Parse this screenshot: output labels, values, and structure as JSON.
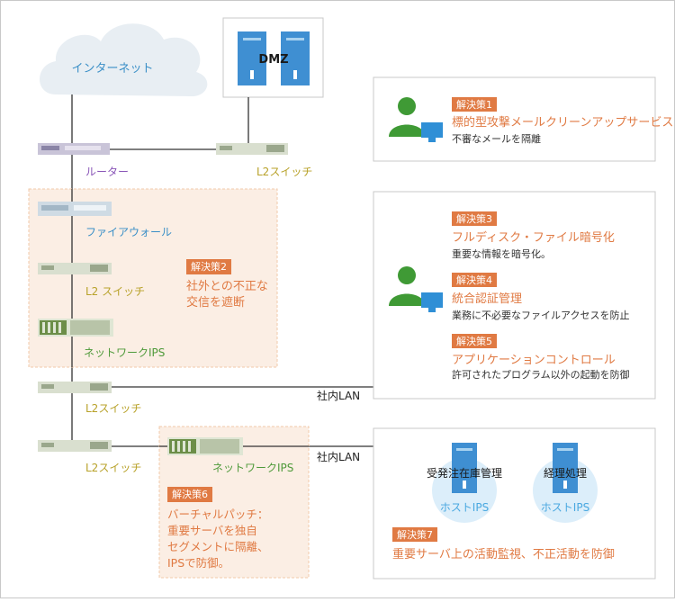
{
  "colors": {
    "frame": "#c8c8c8",
    "line": "#333333",
    "cloud": "#e8eef3",
    "blue_text": "#3a8fc7",
    "purple_text": "#8a56b8",
    "yellow_text": "#b8a22a",
    "green_text": "#4f9a3a",
    "orange": "#e07a43",
    "zone_fill": "#fbeee4",
    "zone_border": "#f0c9aa",
    "device_dark": "#9aa78c",
    "device_green": "#6c8e48",
    "server_blue": "#3f8fd2",
    "person_green": "#3f9a35",
    "monitor_blue": "#2f8fd6",
    "halo": "#dceefa",
    "host_ips": "#4aa8e0",
    "note_text": "#333333"
  },
  "network": {
    "internet": "インターネット",
    "dmz": "DMZ",
    "router": "ルーター",
    "l2_dmz": "L2スイッチ",
    "firewall": "ファイアウォール",
    "l2_switch_a": "L2 スイッチ",
    "ips_a": "ネットワークIPS",
    "l2_switch_b": "L2スイッチ",
    "l2_switch_c": "L2スイッチ",
    "ips_b": "ネットワークIPS",
    "lan_1": "社内LAN",
    "lan_2": "社内LAN"
  },
  "solutions": {
    "s1": {
      "badge": "解決策1",
      "title": "標的型攻撃メールクリーンアップサービス",
      "desc": "不審なメールを隔離"
    },
    "s2": {
      "badge": "解決策2",
      "line1": "社外との不正な",
      "line2": "交信を遮断"
    },
    "s3": {
      "badge": "解決策3",
      "title": "フルディスク・ファイル暗号化",
      "desc": "重要な情報を暗号化。"
    },
    "s4": {
      "badge": "解決策4",
      "title": "統合認証管理",
      "desc": "業務に不必要なファイルアクセスを防止"
    },
    "s5": {
      "badge": "解決策5",
      "title": "アプリケーションコントロール",
      "desc": "許可されたプログラム以外の起動を防御"
    },
    "s6": {
      "badge": "解決策6",
      "line1": "バーチャルパッチ：",
      "line2": "重要サーバを独自",
      "line3": "セグメントに隔離、",
      "line4": "IPSで防御。"
    },
    "s7": {
      "badge": "解決策7",
      "title": "重要サーバ上の活動監視、不正活動を防御"
    }
  },
  "servers": {
    "order_label": "受発注在庫管理",
    "accounting_label": "経理処理",
    "host_ips_1": "ホストIPS",
    "host_ips_2": "ホストIPS"
  }
}
